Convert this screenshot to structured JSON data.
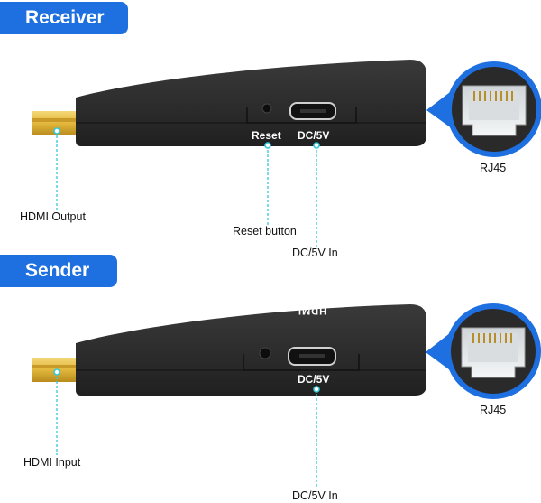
{
  "receiver": {
    "badge": "Receiver",
    "reset_port_label": "Reset",
    "dc_port_label": "DC/5V",
    "hdmi_callout": "HDMI Output",
    "reset_callout": "Reset button",
    "dc_callout": "DC/5V In",
    "rj45_label": "RJ45"
  },
  "sender": {
    "badge": "Sender",
    "dc_port_label": "DC/5V",
    "logo_text": "HDMI",
    "hdmi_callout": "HDMI Input",
    "dc_callout": "DC/5V In",
    "rj45_label": "RJ45"
  },
  "colors": {
    "badge_blue": "#1e6fe0",
    "callout_cyan": "#35c9d8",
    "device_body": "#222222",
    "connector_gold": "#e2b73c"
  }
}
